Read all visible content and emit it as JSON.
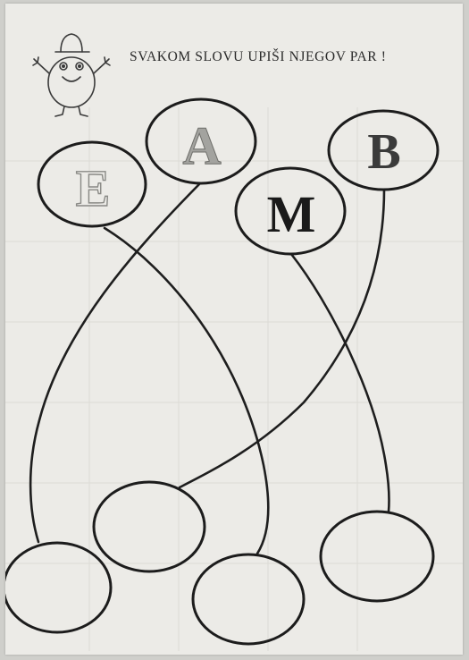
{
  "worksheet": {
    "instruction": "SVAKOM SLOVU UPIŠI NJEGOV PAR !",
    "letters": [
      "E",
      "A",
      "M",
      "B"
    ],
    "answer_bubbles": [
      "",
      "",
      "",
      ""
    ],
    "mascot_icon": "smiling-character-with-hat-icon",
    "colors": {
      "ink": "#1c1c1c",
      "paper": "#ecebe7",
      "faded_letter": "#8a8a86"
    }
  }
}
